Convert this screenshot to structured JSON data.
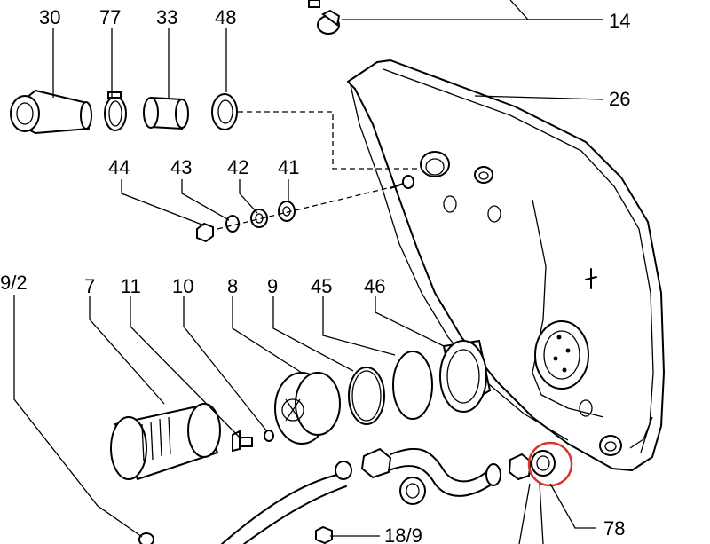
{
  "diagram": {
    "highlight_color": "#d8352a",
    "labels": {
      "p14": "14",
      "p26": "26",
      "p30": "30",
      "p77": "77",
      "p33": "33",
      "p48": "48",
      "p44": "44",
      "p43": "43",
      "p42": "42",
      "p41": "41",
      "p9_2": "9/2",
      "p7": "7",
      "p11": "11",
      "p10": "10",
      "p8": "8",
      "p9": "9",
      "p45": "45",
      "p46": "46",
      "p78": "78",
      "p18_9": "18/9"
    }
  }
}
